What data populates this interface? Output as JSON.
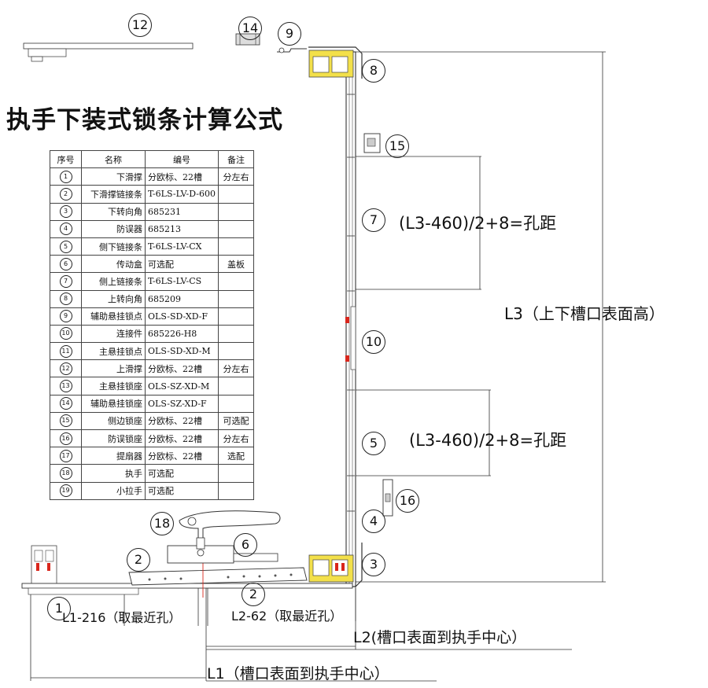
{
  "title": "执手下装式锁条计算公式",
  "table": {
    "headers": [
      "序号",
      "名称",
      "编号",
      "备注"
    ],
    "rows": [
      {
        "no": "1",
        "name": "下滑撑",
        "code": "分欧标、22槽",
        "note": "分左右"
      },
      {
        "no": "2",
        "name": "下滑撑链接条",
        "code": "T-6LS-LV-D-600",
        "note": ""
      },
      {
        "no": "3",
        "name": "下转向角",
        "code": "685231",
        "note": ""
      },
      {
        "no": "4",
        "name": "防误器",
        "code": "685213",
        "note": ""
      },
      {
        "no": "5",
        "name": "侧下链接条",
        "code": "T-6LS-LV-CX",
        "note": ""
      },
      {
        "no": "6",
        "name": "传动盒",
        "code": "可选配",
        "note": "盖板"
      },
      {
        "no": "7",
        "name": "侧上链接条",
        "code": "T-6LS-LV-CS",
        "note": ""
      },
      {
        "no": "8",
        "name": "上转向角",
        "code": "685209",
        "note": ""
      },
      {
        "no": "9",
        "name": "辅助悬挂锁点",
        "code": "OLS-SD-XD-F",
        "note": ""
      },
      {
        "no": "10",
        "name": "连接件",
        "code": "685226-H8",
        "note": ""
      },
      {
        "no": "11",
        "name": "主悬挂锁点",
        "code": "OLS-SD-XD-M",
        "note": ""
      },
      {
        "no": "12",
        "name": "上滑撑",
        "code": "分欧标、22槽",
        "note": "分左右"
      },
      {
        "no": "13",
        "name": "主悬挂锁座",
        "code": "OLS-SZ-XD-M",
        "note": ""
      },
      {
        "no": "14",
        "name": "辅助悬挂锁座",
        "code": "OLS-SZ-XD-F",
        "note": ""
      },
      {
        "no": "15",
        "name": "侧边锁座",
        "code": "分欧标、22槽",
        "note": "可选配"
      },
      {
        "no": "16",
        "name": "防误锁座",
        "code": "分欧标、22槽",
        "note": "分左右"
      },
      {
        "no": "17",
        "name": "提扇器",
        "code": "分欧标、22槽",
        "note": "选配"
      },
      {
        "no": "18",
        "name": "执手",
        "code": "可选配",
        "note": ""
      },
      {
        "no": "19",
        "name": "小拉手",
        "code": "可选配",
        "note": ""
      }
    ]
  },
  "callouts": [
    "12",
    "14",
    "9",
    "8",
    "15",
    "7",
    "10",
    "5",
    "16",
    "4",
    "3",
    "18",
    "6",
    "2",
    "2",
    "1"
  ],
  "formulas": {
    "upper_hole": "(L3-460)/2+8=孔距",
    "lower_hole": "(L3-460)/2+8=孔距"
  },
  "dimensions": {
    "l3": "L3（上下槽口表面高）",
    "l1_216": "L1-216（取最近孔）",
    "l2_62": "L2-62（取最近孔）",
    "l2": "L2(槽口表面到执手中心）",
    "l1": "L1（槽口表面到执手中心）"
  },
  "colors": {
    "line": "#222222",
    "profile_yellow": "#f3e04a",
    "profile_grey": "#9a9a9a",
    "marker_red": "#d9261c"
  }
}
